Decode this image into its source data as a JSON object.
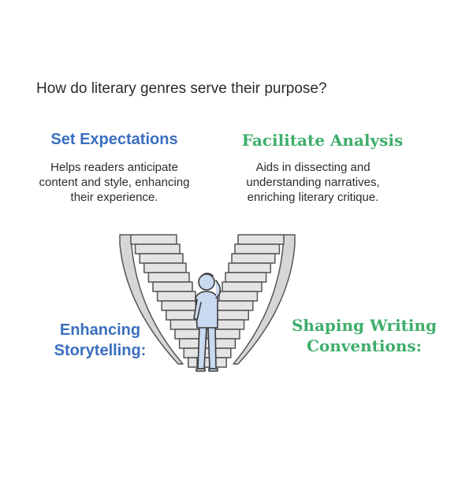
{
  "title": "How do literary genres serve their purpose?",
  "sections": {
    "set_expectations": {
      "heading": "Set Expectations",
      "description": "Helps readers anticipate content and style, enhancing their experience."
    },
    "facilitate_analysis": {
      "heading": "Facilitate Analysis",
      "description": "Aids in dissecting and understanding narratives, enriching literary critique."
    },
    "enhancing_storytelling": {
      "heading": "Enhancing Storytelling:"
    },
    "shaping_conventions": {
      "heading": "Shaping Writing Conventions:"
    }
  },
  "colors": {
    "blue": "#3a6fbf",
    "green": "#3eae6b",
    "stair_fill": "#e4e4e4",
    "person_fill": "#c9d9ef"
  }
}
